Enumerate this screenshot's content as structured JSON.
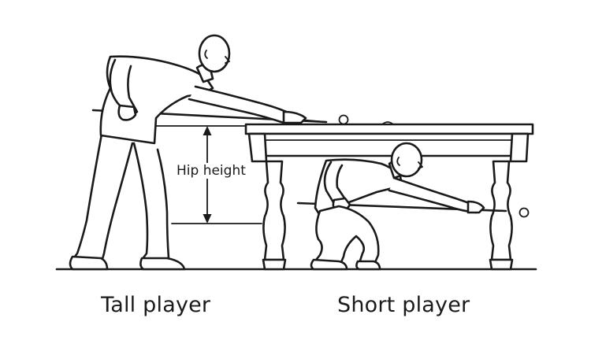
{
  "labels": {
    "measurement": "Hip height",
    "tall_player": "Tall player",
    "short_player": "Short player"
  },
  "colors": {
    "ink": "#1a1a1a",
    "background": "#ffffff"
  }
}
